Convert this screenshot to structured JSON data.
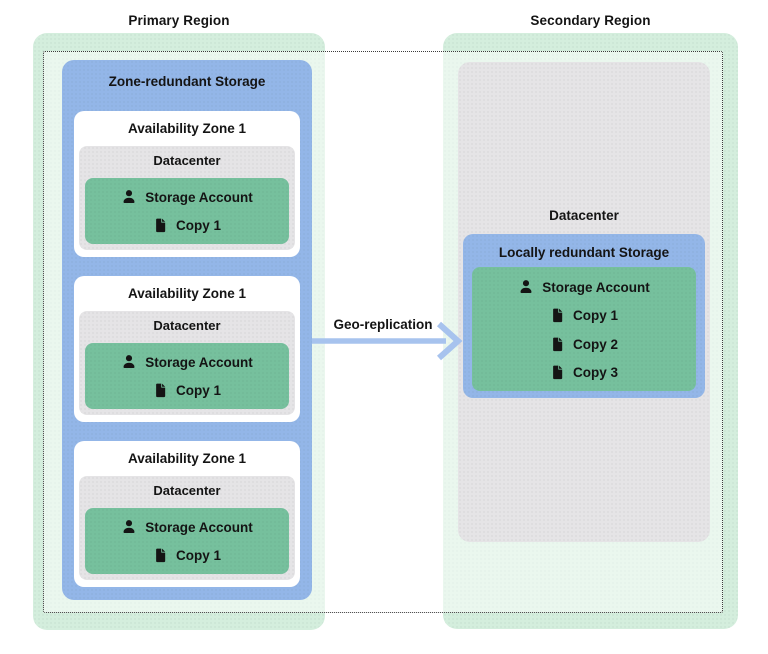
{
  "primary_region": {
    "title": "Primary Region",
    "zrs": {
      "title": "Zone-redundant Storage",
      "zones": [
        {
          "title": "Availability Zone 1",
          "datacenter": {
            "title": "Datacenter",
            "storage_account": {
              "title": "Storage Account",
              "copies": [
                "Copy 1"
              ]
            }
          }
        },
        {
          "title": "Availability Zone 1",
          "datacenter": {
            "title": "Datacenter",
            "storage_account": {
              "title": "Storage Account",
              "copies": [
                "Copy 1"
              ]
            }
          }
        },
        {
          "title": "Availability Zone 1",
          "datacenter": {
            "title": "Datacenter",
            "storage_account": {
              "title": "Storage Account",
              "copies": [
                "Copy 1"
              ]
            }
          }
        }
      ]
    }
  },
  "secondary_region": {
    "title": "Secondary Region",
    "datacenter": {
      "title": "Datacenter",
      "lrs": {
        "title": "Locally redundant Storage",
        "storage_account": {
          "title": "Storage Account",
          "copies": [
            "Copy 1",
            "Copy 2",
            "Copy 3"
          ]
        }
      }
    }
  },
  "arrow": {
    "label": "Geo-replication"
  },
  "icons": {
    "person": "person-icon",
    "document": "document-icon"
  },
  "colors": {
    "region_green": "#d4eedd",
    "overlay_fill": "rgba(255,255,255,0.5)",
    "storage_blue": "#93b6e8",
    "datacenter_gray": "#e5e4e6",
    "account_green": "#76c09d",
    "arrow_blue": "#a7c3ee",
    "text": "#141414",
    "dotted_border": "#3c3c3c"
  }
}
